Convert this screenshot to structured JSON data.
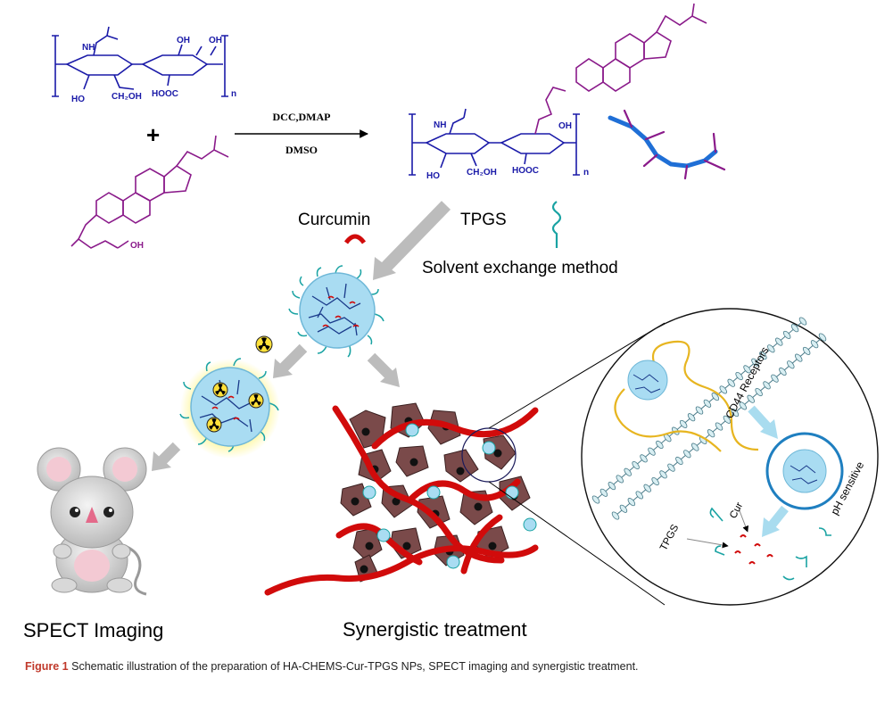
{
  "colors": {
    "ha_blue": "#1a1aa8",
    "chems_purple": "#8a1a8a",
    "tpgs_teal": "#1aa3a3",
    "vessel_red": "#d10b0b",
    "cell_brown": "#7a4a4a",
    "np_blue": "#9fd6ee",
    "arrow_gray": "#b7b7b7",
    "caption_red": "#c0392b"
  },
  "reaction": {
    "reagent_top": "DCC,DMAP",
    "reagent_bottom": "DMSO",
    "plus": "+"
  },
  "ha_unit": {
    "nh": "NH",
    "oh1": "OH",
    "oh2": "OH",
    "ho": "HO",
    "ch2oh": "CH₂OH",
    "hooc": "HOOC",
    "n": "n"
  },
  "chems": {
    "oh": "OH"
  },
  "product": {
    "nh": "NH",
    "oh": "OH",
    "ho": "HO",
    "ch2oh": "CH₂OH",
    "hooc": "HOOC",
    "n": "n"
  },
  "labels": {
    "curcumin": "Curcumin",
    "tpgs": "TPGS",
    "solvent": "Solvent exchange method",
    "spect": "SPECT Imaging",
    "synergistic": "Synergistic treatment"
  },
  "inset": {
    "cd44": "CD44 Receptors",
    "ph": "pH sensitive",
    "cur": "Cur",
    "tpgs": "TPGS"
  },
  "caption": {
    "figure_label": "Figure 1",
    "text": "Schematic illustration of the preparation of HA-CHEMS-Cur-TPGS NPs, SPECT imaging and synergistic treatment."
  }
}
